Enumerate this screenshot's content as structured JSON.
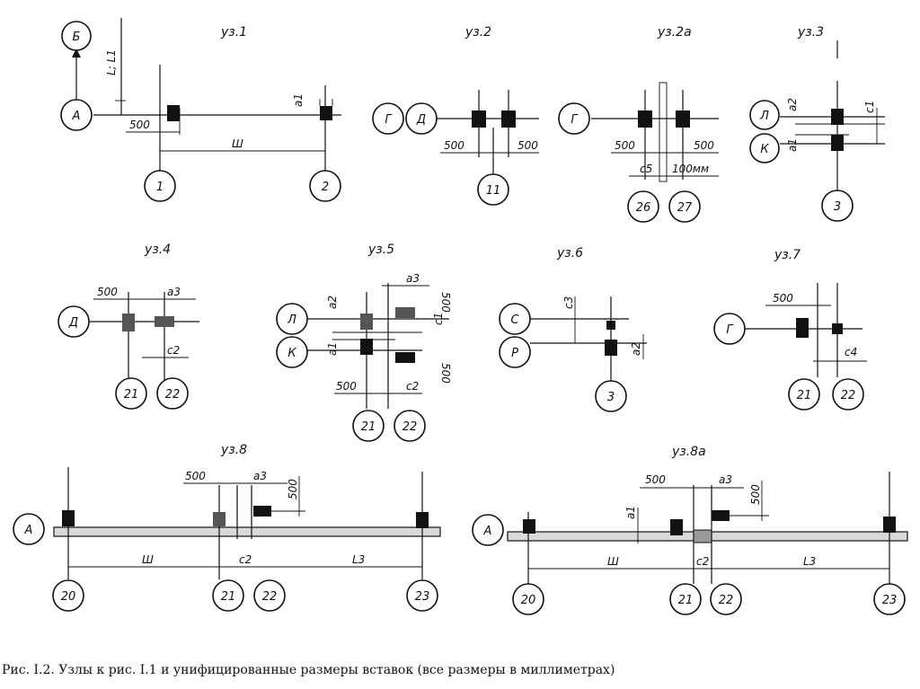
{
  "figure": {
    "caption": "Рис. I.2. Узлы к рис. I.1 и унифицированные размеры вставок (все размеры в миллиметрах)"
  },
  "nodes": {
    "uz1": {
      "title": "уз.1",
      "axes": [
        "Б",
        "А",
        "1",
        "2"
      ],
      "dims": [
        "L; L1",
        "500",
        "a1",
        "Ш"
      ]
    },
    "uz2": {
      "title": "уз.2",
      "axes": [
        "Г",
        "Д",
        "11"
      ],
      "dims": [
        "500",
        "500"
      ]
    },
    "uz2a": {
      "title": "уз.2а",
      "axes": [
        "Г",
        "26",
        "27"
      ],
      "dims": [
        "500",
        "500",
        "c5",
        "100мм"
      ]
    },
    "uz3": {
      "title": "уз.3",
      "axes": [
        "Л",
        "К",
        "3"
      ],
      "dims": [
        "a2",
        "a1",
        "c1"
      ]
    },
    "uz4": {
      "title": "уз.4",
      "axes": [
        "Д",
        "21",
        "22"
      ],
      "dims": [
        "500",
        "a3",
        "c2"
      ]
    },
    "uz5": {
      "title": "уз.5",
      "axes": [
        "Л",
        "К",
        "21",
        "22"
      ],
      "dims": [
        "a2",
        "a1",
        "a3",
        "500",
        "c1",
        "500",
        "500",
        "c2"
      ]
    },
    "uz6": {
      "title": "уз.6",
      "axes": [
        "С",
        "Р",
        "3"
      ],
      "dims": [
        "c3",
        "a2"
      ]
    },
    "uz7": {
      "title": "уз.7",
      "axes": [
        "Г",
        "21",
        "22"
      ],
      "dims": [
        "500",
        "c4"
      ]
    },
    "uz8": {
      "title": "уз.8",
      "axes": [
        "А",
        "20",
        "21",
        "22",
        "23"
      ],
      "dims": [
        "500",
        "a3",
        "500",
        "Ш",
        "c2",
        "L3"
      ]
    },
    "uz8a": {
      "title": "уз.8а",
      "axes": [
        "А",
        "20",
        "21",
        "22",
        "23"
      ],
      "dims": [
        "500",
        "a3",
        "500",
        "a1",
        "Ш",
        "c2",
        "L3"
      ]
    }
  }
}
